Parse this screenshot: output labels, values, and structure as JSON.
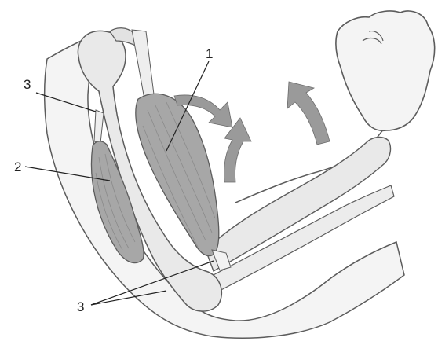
{
  "labels": {
    "one": "1",
    "two": "2",
    "three_top": "3",
    "three_bottom": "3"
  },
  "colors": {
    "background": "#ffffff",
    "skin_outline": "#5c5c5c",
    "skin_fill": "#f4f4f4",
    "bone_fill": "#e9e9e9",
    "muscle_fill": "#a7a7a7",
    "muscle_stripe": "#8a8a8a",
    "arrow_fill": "#9a9a9a",
    "leader_line": "#222222"
  },
  "icons": {
    "arrows": "curved-arrow-icon",
    "fist": "fist-icon"
  }
}
